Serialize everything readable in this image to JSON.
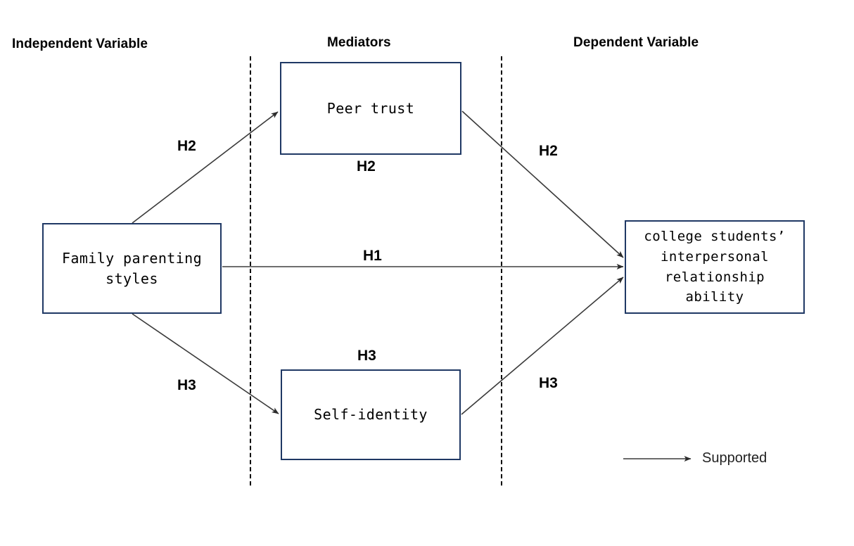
{
  "figure": {
    "type": "conceptual-research-model",
    "background_color": "#ffffff",
    "box_border_color": "#1f3864",
    "line_color": "#3a3a3a"
  },
  "columns": {
    "independent": "Independent Variable",
    "mediators": "Mediators",
    "dependent": "Dependent Variable"
  },
  "nodes": {
    "independent_variable": "Family parenting styles",
    "mediator_1": "Peer trust",
    "mediator_2": "Self-identity",
    "dependent_variable": "college students’ interpersonal relationship ability"
  },
  "node_lines": {
    "iv_line_1": "Family parenting",
    "iv_line_2": "styles",
    "m1_line_1": "Peer trust",
    "m2_line_1": "Self-identity",
    "dv_line_1": "college students’",
    "dv_line_2": "interpersonal",
    "dv_line_3": "relationship",
    "dv_line_4": "ability"
  },
  "hypotheses": {
    "h2_iv_to_peer_trust": "H2",
    "h2_under_peer_trust": "H2",
    "h2_peer_trust_to_dv": "H2",
    "h1_direct": "H1",
    "h3_iv_to_self_identity": "H3",
    "h3_above_self_identity": "H3",
    "h3_self_identity_to_dv": "H3"
  },
  "legend": {
    "arrow_icon": "arrow-right-icon",
    "label": "Supported"
  }
}
